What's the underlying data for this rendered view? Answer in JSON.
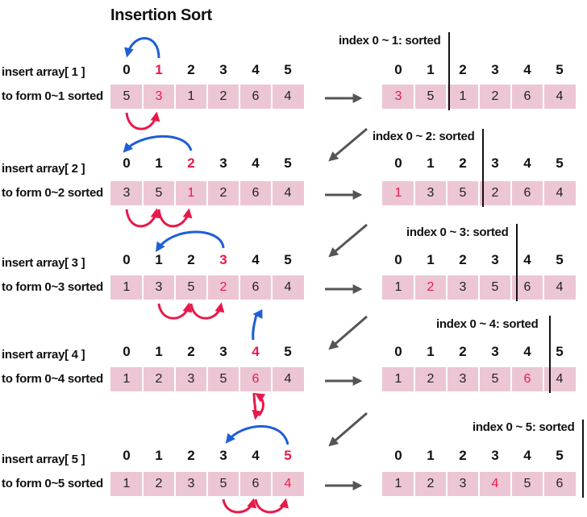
{
  "title": "Insertion Sort",
  "steps": [
    {
      "label1": "insert array[ 1 ]",
      "label2": "to form 0~1 sorted",
      "indices": [
        "0",
        "1",
        "2",
        "3",
        "4",
        "5"
      ],
      "idx_hl": 1,
      "before": [
        "5",
        "3",
        "1",
        "2",
        "6",
        "4"
      ],
      "before_hl": 1,
      "caption": "index 0 ~ 1: sorted",
      "after": [
        "3",
        "5",
        "1",
        "2",
        "6",
        "4"
      ],
      "after_hl": 0
    },
    {
      "label1": "insert array[ 2 ]",
      "label2": "to form 0~2 sorted",
      "indices": [
        "0",
        "1",
        "2",
        "3",
        "4",
        "5"
      ],
      "idx_hl": 2,
      "before": [
        "3",
        "5",
        "1",
        "2",
        "6",
        "4"
      ],
      "before_hl": 2,
      "caption": "index 0 ~ 2: sorted",
      "after": [
        "1",
        "3",
        "5",
        "2",
        "6",
        "4"
      ],
      "after_hl": 0
    },
    {
      "label1": "insert array[ 3 ]",
      "label2": "to form 0~3 sorted",
      "indices": [
        "0",
        "1",
        "2",
        "3",
        "4",
        "5"
      ],
      "idx_hl": 3,
      "before": [
        "1",
        "3",
        "5",
        "2",
        "6",
        "4"
      ],
      "before_hl": 3,
      "caption": "index 0 ~ 3: sorted",
      "after": [
        "1",
        "2",
        "3",
        "5",
        "6",
        "4"
      ],
      "after_hl": 1
    },
    {
      "label1": "insert array[ 4 ]",
      "label2": "to form 0~4 sorted",
      "indices": [
        "0",
        "1",
        "2",
        "3",
        "4",
        "5"
      ],
      "idx_hl": 4,
      "before": [
        "1",
        "2",
        "3",
        "5",
        "6",
        "4"
      ],
      "before_hl": 4,
      "caption": "index 0 ~ 4: sorted",
      "after": [
        "1",
        "2",
        "3",
        "5",
        "6",
        "4"
      ],
      "after_hl": 4
    },
    {
      "label1": "insert array[ 5 ]",
      "label2": "to form 0~5 sorted",
      "indices": [
        "0",
        "1",
        "2",
        "3",
        "4",
        "5"
      ],
      "idx_hl": 5,
      "before": [
        "1",
        "2",
        "3",
        "5",
        "6",
        "4"
      ],
      "before_hl": 5,
      "caption": "index 0 ~ 5: sorted",
      "after": [
        "1",
        "2",
        "3",
        "4",
        "5",
        "6"
      ],
      "after_hl": 3
    }
  ],
  "colors": {
    "highlight": "#e8194a",
    "band": "#ecc6d4",
    "blue_arrow": "#1f5fd6",
    "red_arrow": "#e8194a",
    "gray_arrow": "#555555"
  }
}
